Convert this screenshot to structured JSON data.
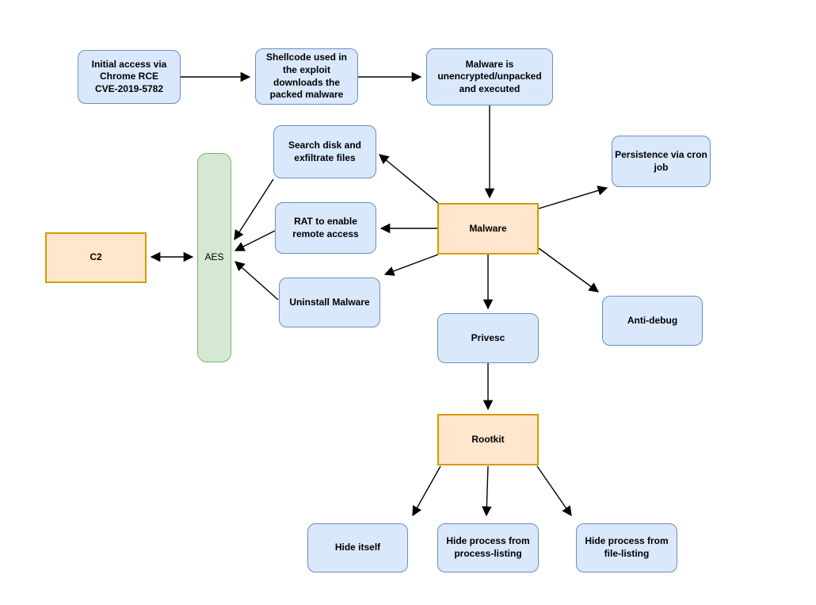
{
  "diagram": {
    "type": "flowchart",
    "background": "#ffffff",
    "colors": {
      "node_blue_fill": "#dae8fc",
      "node_blue_border": "#6c8ebf",
      "node_orange_fill": "#ffe6cc",
      "node_orange_border": "#d79b00",
      "node_green_fill": "#d5e8d4",
      "node_green_border": "#82b366",
      "edge_color": "#000000",
      "text_color": "#000000"
    },
    "nodes": {
      "initial_access": {
        "label": "Initial access via\nChrome RCE\nCVE-2019-5782",
        "style": "blue-rounded"
      },
      "shellcode": {
        "label": "Shellcode used in\nthe exploit\ndownloads the\npacked malware",
        "style": "blue-rounded"
      },
      "malware_unpacked": {
        "label": "Malware is\nunencrypted/unpacked\nand executed",
        "style": "blue-rounded"
      },
      "search_disk": {
        "label": "Search disk and\nexfiltrate files",
        "style": "blue-rounded"
      },
      "rat": {
        "label": "RAT to enable\nremote access",
        "style": "blue-rounded"
      },
      "uninstall_malware": {
        "label": "Uninstall Malware",
        "style": "blue-rounded"
      },
      "malware": {
        "label": "Malware",
        "style": "orange-rect"
      },
      "persistence_cron": {
        "label": "Persistence via cron\njob",
        "style": "blue-rounded"
      },
      "anti_debug": {
        "label": "Anti-debug",
        "style": "blue-rounded"
      },
      "privesc": {
        "label": "Privesc",
        "style": "blue-rounded"
      },
      "rootkit": {
        "label": "Rootkit",
        "style": "orange-rect"
      },
      "hide_itself": {
        "label": "Hide itself",
        "style": "blue-rounded"
      },
      "hide_process_listing": {
        "label": "Hide process from\nprocess-listing",
        "style": "blue-rounded"
      },
      "hide_file_listing": {
        "label": "Hide process from\nfile-listing",
        "style": "blue-rounded"
      },
      "c2": {
        "label": "C2",
        "style": "orange-rect"
      },
      "aes": {
        "label": "AES",
        "style": "green-rounded-vertical"
      }
    },
    "edges": [
      {
        "from": "initial_access",
        "to": "shellcode",
        "direction": "one-way"
      },
      {
        "from": "shellcode",
        "to": "malware_unpacked",
        "direction": "one-way"
      },
      {
        "from": "malware_unpacked",
        "to": "malware",
        "direction": "one-way"
      },
      {
        "from": "malware",
        "to": "persistence_cron",
        "direction": "one-way"
      },
      {
        "from": "malware",
        "to": "anti_debug",
        "direction": "one-way"
      },
      {
        "from": "malware",
        "to": "privesc",
        "direction": "one-way"
      },
      {
        "from": "malware",
        "to": "search_disk",
        "direction": "one-way"
      },
      {
        "from": "malware",
        "to": "rat",
        "direction": "one-way"
      },
      {
        "from": "malware",
        "to": "uninstall_malware",
        "direction": "one-way"
      },
      {
        "from": "search_disk",
        "to": "aes",
        "direction": "one-way"
      },
      {
        "from": "rat",
        "to": "aes",
        "direction": "one-way"
      },
      {
        "from": "uninstall_malware",
        "to": "aes",
        "direction": "one-way"
      },
      {
        "from": "c2",
        "to": "aes",
        "direction": "two-way"
      },
      {
        "from": "privesc",
        "to": "rootkit",
        "direction": "one-way"
      },
      {
        "from": "rootkit",
        "to": "hide_itself",
        "direction": "one-way"
      },
      {
        "from": "rootkit",
        "to": "hide_process_listing",
        "direction": "one-way"
      },
      {
        "from": "rootkit",
        "to": "hide_file_listing",
        "direction": "one-way"
      }
    ]
  }
}
